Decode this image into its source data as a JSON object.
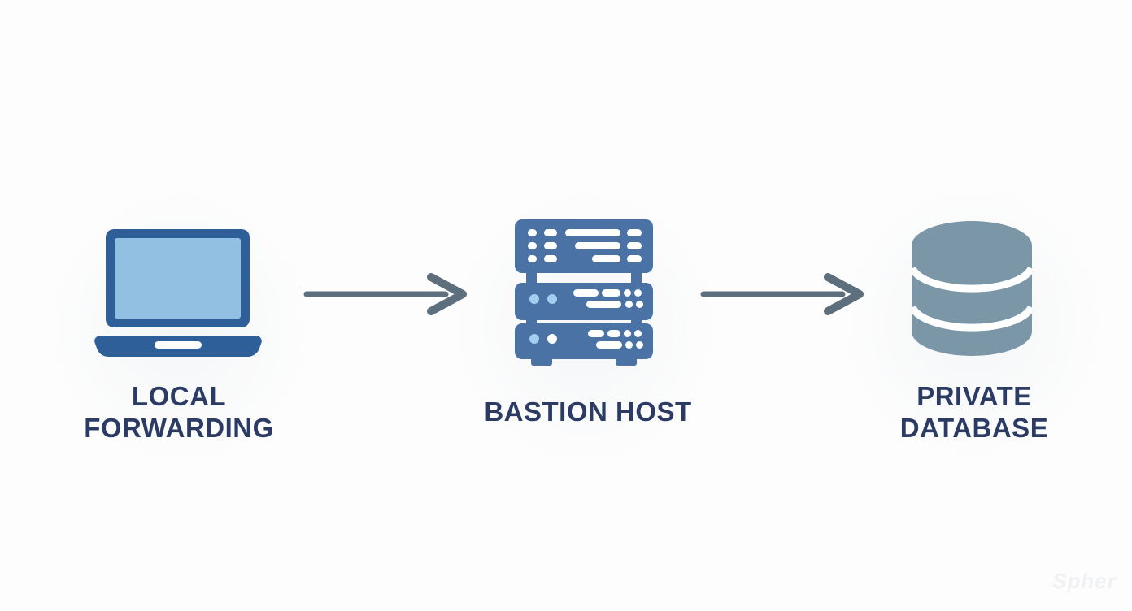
{
  "diagram": {
    "type": "flow-diagram",
    "nodes": [
      {
        "id": "local-forwarding",
        "label": "LOCAL FORWARDING",
        "lines": [
          "LOCAL",
          "FORWARDING"
        ],
        "icon": "laptop-icon"
      },
      {
        "id": "bastion-host",
        "label": "BASTION HOST",
        "lines": [
          "BASTION HOST"
        ],
        "icon": "server-rack-icon"
      },
      {
        "id": "private-database",
        "label": "PRIVATE DATABASE",
        "lines": [
          "PRIVATE",
          "DATABASE"
        ],
        "icon": "database-icon"
      }
    ],
    "connections": [
      {
        "from": "local-forwarding",
        "to": "bastion-host",
        "style": "arrow-right"
      },
      {
        "from": "bastion-host",
        "to": "private-database",
        "style": "arrow-right"
      }
    ],
    "colors": {
      "laptop_frame": "#2e5f99",
      "laptop_screen": "#92c0e2",
      "server_body": "#4a72a4",
      "server_dot_light": "#a5cdef",
      "icon_detail_white": "#ffffff",
      "database_body": "#7b96a7",
      "arrow": "#5d6f7d",
      "label_text": "#2b3b64",
      "background": "#fdfdfd"
    },
    "watermark": "Spher"
  }
}
